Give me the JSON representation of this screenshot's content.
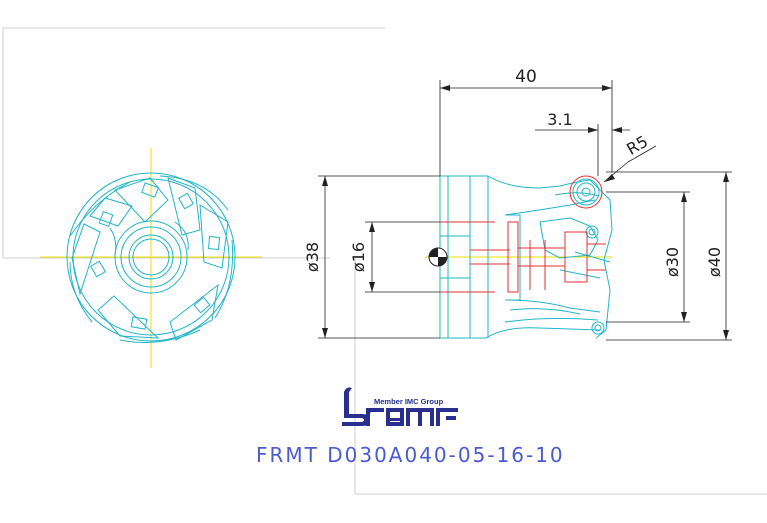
{
  "dimensions": {
    "length": "40",
    "offset": "3.1",
    "corner_radius": "R5",
    "diameter_body": "ø38",
    "diameter_bore": "ø16",
    "diameter_cut_min": "ø30",
    "diameter_cut_max": "ø40"
  },
  "logo": {
    "tagline": "Member IMC Group",
    "wordmark": "iscar"
  },
  "part_number": "FRMT D030A040-05-16-10",
  "colors": {
    "outline": "#22b5c9",
    "center_line": "#e8e000",
    "hidden_line": "#e23030",
    "dimension": "#222222",
    "frame": "#cfcfcf",
    "logo": "#2a2f8f",
    "title": "#4a5bd1"
  }
}
